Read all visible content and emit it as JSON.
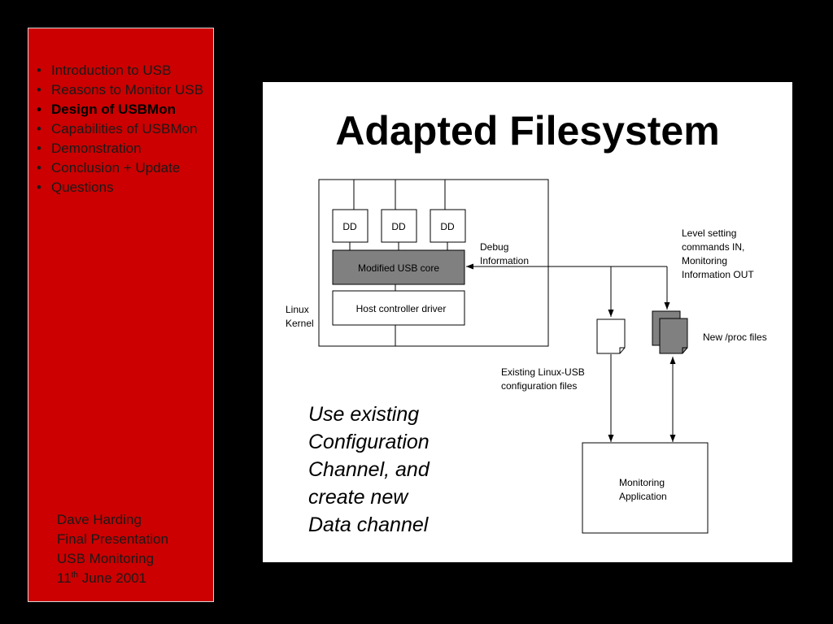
{
  "sidebar": {
    "items": [
      {
        "label": "Introduction to USB",
        "current": false
      },
      {
        "label": "Reasons to Monitor USB",
        "current": false
      },
      {
        "label": "Design of USBMon",
        "current": true
      },
      {
        "label": "Capabilities of USBMon",
        "current": false
      },
      {
        "label": "Demonstration",
        "current": false
      },
      {
        "label": "Conclusion + Update",
        "current": false
      },
      {
        "label": "Questions",
        "current": false
      }
    ],
    "presenter": {
      "name": "Dave Harding",
      "event": "Final Presentation",
      "topic": "USB Monitoring",
      "date_day": "11",
      "date_suffix": "th",
      "date_rest": " June 2001"
    }
  },
  "slide": {
    "title": "Adapted Filesystem",
    "caption_lines": [
      "Use existing",
      "Configuration",
      "Channel, and",
      "create new",
      "Data channel"
    ],
    "diagram": {
      "device_driver_label": "DD",
      "usb_core_label": "Modified USB core",
      "host_controller_label": "Host controller driver",
      "kernel_label_lines": [
        "Linux",
        "Kernel"
      ],
      "debug_label_lines": [
        "Debug",
        "Information"
      ],
      "level_label_lines": [
        "Level setting",
        "commands IN,",
        "Monitoring",
        "Information OUT"
      ],
      "proc_files_label": "New /proc files",
      "existing_files_label_lines": [
        "Existing Linux-USB",
        "configuration files"
      ],
      "app_label_lines": [
        "Monitoring",
        "Application"
      ]
    }
  }
}
